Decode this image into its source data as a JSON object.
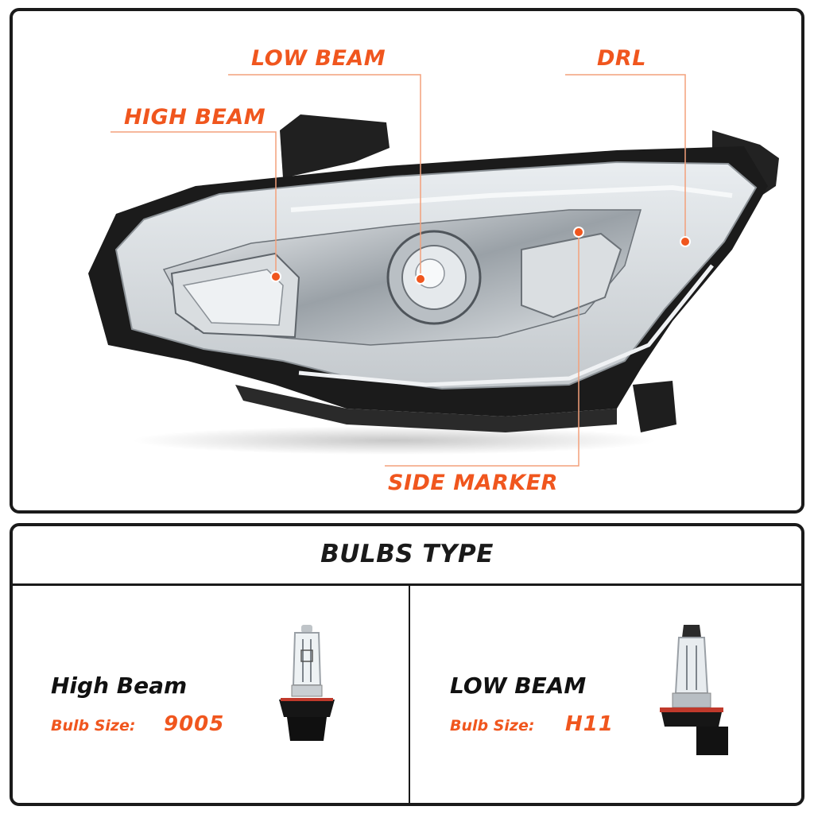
{
  "callouts": {
    "low_beam": "LOW BEAM",
    "drl": "DRL",
    "high_beam": "HIGH BEAM",
    "side_marker": "SIDE MARKER"
  },
  "bulbs": {
    "title": "BULBS TYPE",
    "left": {
      "name": "High Beam",
      "size_label": "Bulb Size:",
      "size_value": "9005"
    },
    "right": {
      "name": "LOW BEAM",
      "size_label": "Bulb Size:",
      "size_value": "H11"
    }
  },
  "colors": {
    "accent": "#f0561e",
    "frame": "#1a1a1a"
  },
  "icons": [
    "headlight-assembly-image",
    "bulb-9005-icon",
    "bulb-h11-icon"
  ]
}
